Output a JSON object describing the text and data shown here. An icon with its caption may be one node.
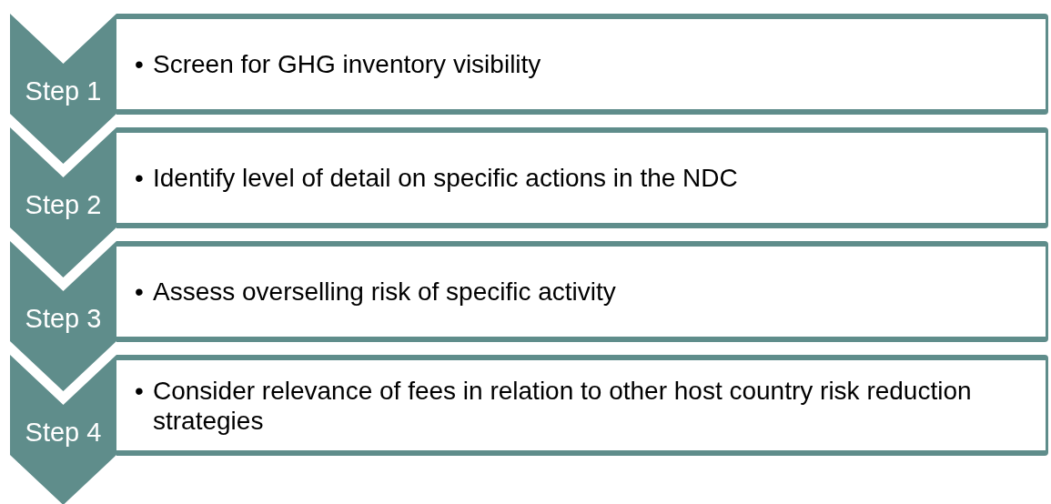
{
  "diagram": {
    "nodes": [
      {
        "text": [
          "Step 1"
        ]
      },
      {
        "text": [
          "•",
          "Screen for GHG inventory visibility"
        ]
      },
      {
        "text": [
          "Step 2"
        ]
      },
      {
        "text": [
          "•",
          "Identify level of detail on specific actions in the NDC"
        ]
      },
      {
        "text": [
          "Step 3"
        ]
      },
      {
        "text": [
          "•",
          "Assess overselling risk of specific activity"
        ]
      },
      {
        "text": [
          "Step 4"
        ]
      },
      {
        "text": [
          "•",
          "Consider relevance of fees in relation to other host country risk reduction strategies"
        ]
      }
    ]
  }
}
